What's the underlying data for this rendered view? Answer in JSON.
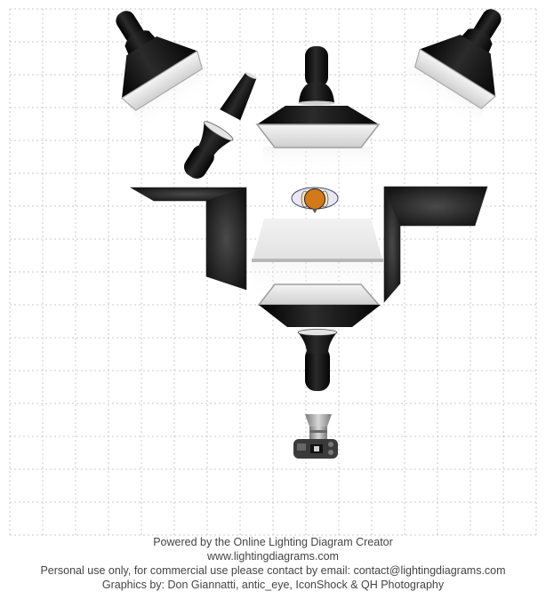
{
  "diagram": {
    "type": "studio-lighting-setup",
    "grid": {
      "columns": 16,
      "rows": 16,
      "line_color": "#c8c8c8"
    },
    "elements": [
      {
        "id": "softbox-top-left",
        "kind": "softbox",
        "label": "Softbox (top left, angled)"
      },
      {
        "id": "softbox-top-right",
        "kind": "softbox",
        "label": "Softbox (top right, angled)"
      },
      {
        "id": "softbox-top-center",
        "kind": "softbox",
        "label": "Softbox (center, facing subject)"
      },
      {
        "id": "snoot-light",
        "kind": "snoot",
        "label": "Snoot strobe"
      },
      {
        "id": "reflector-dish-light",
        "kind": "standard-reflector",
        "label": "Strobe with reflector"
      },
      {
        "id": "flag-left",
        "kind": "v-flat",
        "label": "Black V-flat (left)"
      },
      {
        "id": "flag-right",
        "kind": "v-flat",
        "label": "Black V-flat (right)"
      },
      {
        "id": "subject",
        "kind": "person",
        "label": "Subject"
      },
      {
        "id": "table-top",
        "kind": "table",
        "label": "White table / sweep"
      },
      {
        "id": "softbox-bottom-center",
        "kind": "softbox",
        "label": "Softbox (below, facing up)"
      },
      {
        "id": "reflector-bottom",
        "kind": "standard-reflector",
        "label": "Strobe with reflector (front)"
      },
      {
        "id": "camera",
        "kind": "camera",
        "label": "Camera"
      }
    ],
    "colors": {
      "head": "#d27a1a",
      "shoulders": "#e6e6f0",
      "modifier_dark": "#111111",
      "diffuser": "#e8e8e8"
    }
  },
  "footer": {
    "line1": "Powered by the Online Lighting Diagram Creator",
    "line2": "www.lightingdiagrams.com",
    "line3": "Personal use only, for commercial use please contact by email: contact@lightingdiagrams.com",
    "line4": "Graphics by: Don Giannatti, antic_eye, IconShock & QH Photography"
  }
}
